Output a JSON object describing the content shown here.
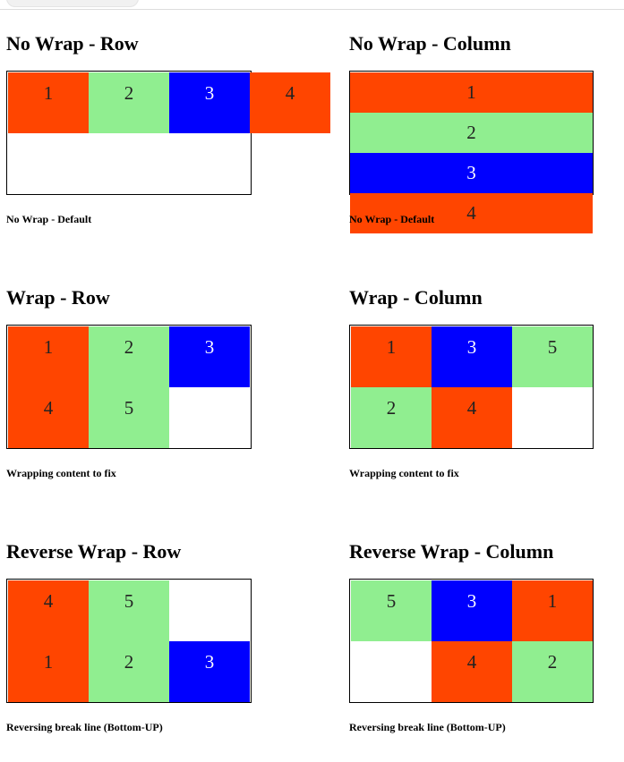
{
  "headings": {
    "nowrap_row": "No Wrap - Row",
    "nowrap_column": "No Wrap - Column",
    "wrap_row": "Wrap - Row",
    "wrap_column": "Wrap - Column",
    "reverse_row": "Reverse Wrap - Row",
    "reverse_column": "Reverse Wrap - Column"
  },
  "captions": {
    "nowrap_row": "No Wrap - Default",
    "nowrap_column": "No Wrap - Default",
    "wrap_row": "Wrapping content to fix",
    "wrap_column": "Wrapping content to fix",
    "reverse_row": "Reversing break line (Bottom-UP)",
    "reverse_column": "Reversing break line (Bottom-UP)"
  },
  "items": {
    "one": "1",
    "two": "2",
    "three": "3",
    "four": "4",
    "five": "5"
  },
  "colors": {
    "orangered": "#ff4500",
    "lightgreen": "#90ee90",
    "blue": "#0000ff"
  }
}
